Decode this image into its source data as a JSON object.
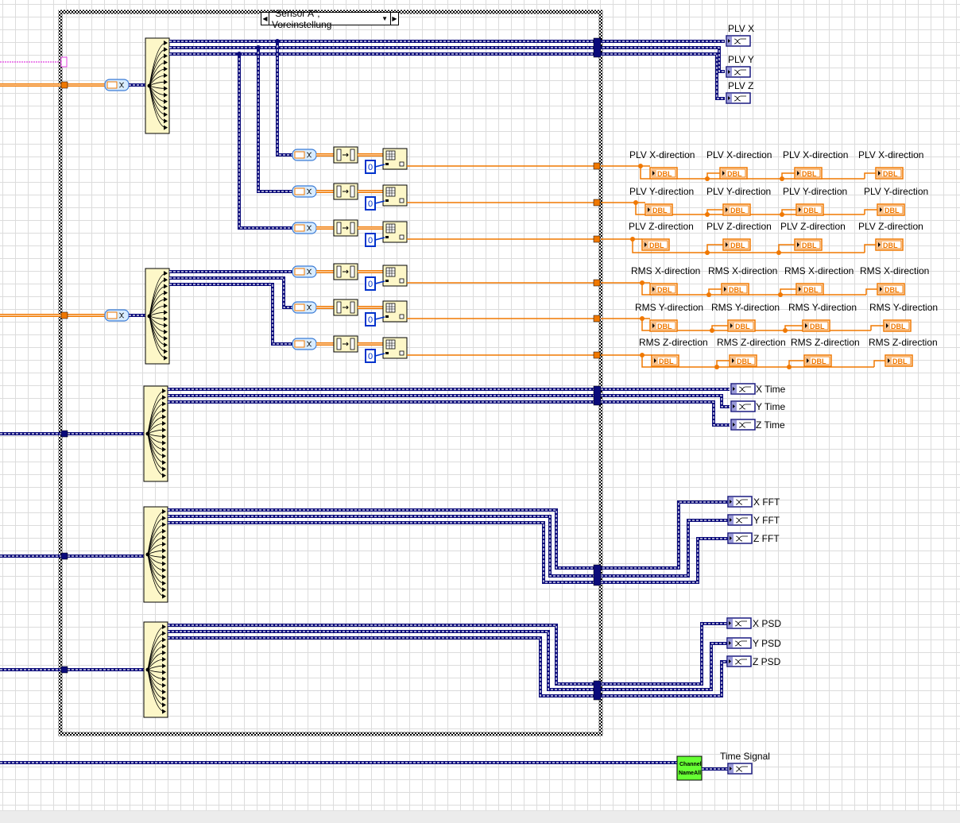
{
  "case_structure": {
    "selector_value": "\"Sensor A\", Voreinstellung",
    "prev_arrow": "◀",
    "next_arrow": "▶",
    "dropdown_arrow": "▼"
  },
  "colors": {
    "grid": "#dcdcdc",
    "cluster_wire": "#0a0a7a",
    "dbl_wire": "#f07800",
    "bundle_fill": "#fdf7c8",
    "constant_border": "#0033cc",
    "channel_vi_fill": "#66ff33",
    "variant_wire": "#e040e0"
  },
  "waveform_indicators": {
    "plv": [
      {
        "label": "PLV X"
      },
      {
        "label": "PLV Y"
      },
      {
        "label": "PLV Z"
      }
    ],
    "time": [
      {
        "label": "X Time"
      },
      {
        "label": "Y Time"
      },
      {
        "label": "Z Time"
      }
    ],
    "fft": [
      {
        "label": "X FFT"
      },
      {
        "label": "Y FFT"
      },
      {
        "label": "Z FFT"
      }
    ],
    "psd": [
      {
        "label": "X PSD"
      },
      {
        "label": "Y PSD"
      },
      {
        "label": "Z PSD"
      }
    ],
    "time_signal": {
      "label": "Time Signal"
    }
  },
  "dbl_indicators": {
    "type_label": "DBL",
    "rows": [
      {
        "label": "PLV X-direction",
        "count": 4
      },
      {
        "label": "PLV Y-direction",
        "count": 4
      },
      {
        "label": "PLV Z-direction",
        "count": 4
      },
      {
        "label": "RMS X-direction",
        "count": 4
      },
      {
        "label": "RMS Y-direction",
        "count": 4
      },
      {
        "label": "RMS Z-direction",
        "count": 4
      }
    ]
  },
  "constants": {
    "index_value": "0"
  },
  "subvi": {
    "channel_name_all": {
      "line1": "Channel",
      "line2": "NameAll"
    }
  },
  "icons": {
    "variant_to_data": "variant-to-data-icon",
    "unbundle": "unbundle-by-name-icon",
    "array_subset": "array-subset-icon",
    "index_array": "index-array-icon",
    "waveform_indicator": "waveform-icon",
    "dbl_indicator": "dbl-icon"
  }
}
